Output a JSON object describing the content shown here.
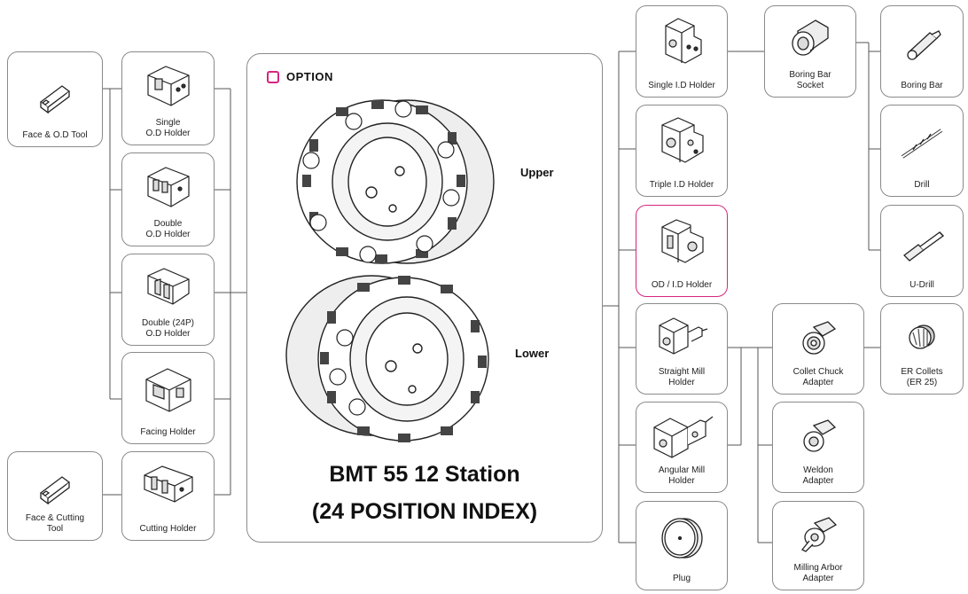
{
  "legend": {
    "label": "OPTION",
    "color": "#d6267e"
  },
  "center": {
    "upper_label": "Upper",
    "lower_label": "Lower",
    "title_line1": "BMT 55 12 Station",
    "title_line2": "(24 POSITION INDEX)"
  },
  "left": {
    "tools": [
      {
        "id": "face-od-tool",
        "label_lines": [
          "Face & O.D Tool"
        ]
      },
      {
        "id": "face-cutting-tool",
        "label_lines": [
          "Face & Cutting",
          "Tool"
        ]
      }
    ],
    "holders": [
      {
        "id": "single-od-holder",
        "label_lines": [
          "Single",
          "O.D Holder"
        ]
      },
      {
        "id": "double-od-holder",
        "label_lines": [
          "Double",
          "O.D Holder"
        ]
      },
      {
        "id": "double-24p-od-holder",
        "label_lines": [
          "Double (24P)",
          "O.D Holder"
        ]
      },
      {
        "id": "facing-holder",
        "label_lines": [
          "Facing Holder"
        ]
      },
      {
        "id": "cutting-holder",
        "label_lines": [
          "Cutting Holder"
        ]
      }
    ]
  },
  "right": {
    "holders": [
      {
        "id": "single-id-holder",
        "label_lines": [
          "Single I.D Holder"
        ]
      },
      {
        "id": "triple-id-holder",
        "label_lines": [
          "Triple I.D Holder"
        ]
      },
      {
        "id": "od-id-holder",
        "label_lines": [
          "OD / I.D Holder"
        ],
        "option": true
      },
      {
        "id": "straight-mill-holder",
        "label_lines": [
          "Straight Mill",
          "Holder"
        ]
      },
      {
        "id": "angular-mill-holder",
        "label_lines": [
          "Angular Mill",
          "Holder"
        ]
      },
      {
        "id": "plug",
        "label_lines": [
          "Plug"
        ]
      }
    ],
    "socket": {
      "id": "boring-bar-socket",
      "label_lines": [
        "Boring Bar",
        "Socket"
      ]
    },
    "boring_tools": [
      {
        "id": "boring-bar",
        "label_lines": [
          "Boring Bar"
        ]
      },
      {
        "id": "drill",
        "label_lines": [
          "Drill"
        ]
      },
      {
        "id": "u-drill",
        "label_lines": [
          "U-Drill"
        ]
      }
    ],
    "adapters": [
      {
        "id": "collet-chuck-adapter",
        "label_lines": [
          "Collet Chuck",
          "Adapter"
        ]
      },
      {
        "id": "weldon-adapter",
        "label_lines": [
          "Weldon",
          "Adapter"
        ]
      },
      {
        "id": "milling-arbor-adapter",
        "label_lines": [
          "Milling Arbor",
          "Adapter"
        ]
      }
    ],
    "collets": {
      "id": "er-collets",
      "label_lines": [
        "ER Collets",
        "(ER 25)"
      ]
    }
  }
}
